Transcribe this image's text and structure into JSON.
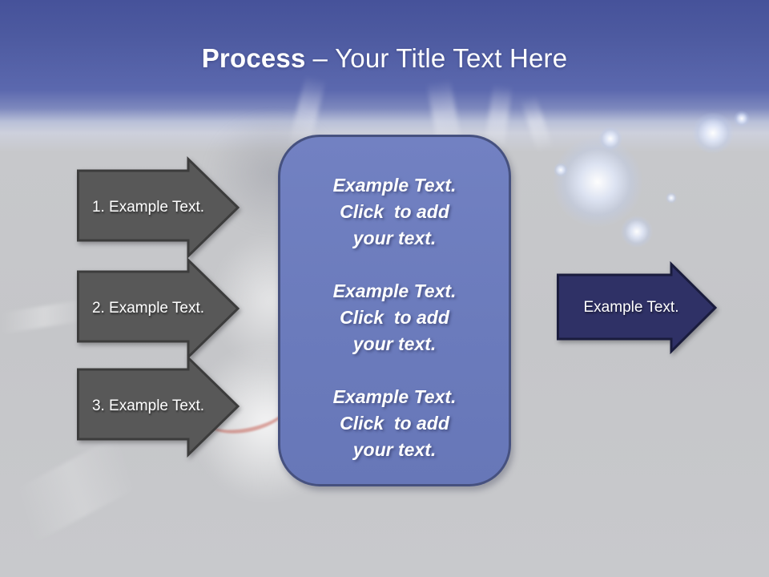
{
  "title": {
    "emphasis": "Process",
    "separator": "–",
    "text": "Your Title Text Here"
  },
  "process_steps": [
    {
      "label": "1. Example Text."
    },
    {
      "label": "2. Example Text."
    },
    {
      "label": "3. Example Text."
    }
  ],
  "detail_panel": {
    "blocks": [
      {
        "line1": "Example Text.",
        "line2": "Click  to add",
        "line3": "your text."
      },
      {
        "line1": "Example Text.",
        "line2": "Click  to add",
        "line3": "your text."
      },
      {
        "line1": "Example Text.",
        "line2": "Click  to add",
        "line3": "your text."
      }
    ]
  },
  "result_arrow": {
    "label": "Example Text."
  },
  "colors": {
    "header_top": "#47549A",
    "header_mid": "#5B68AD",
    "body_background": "#C5C6C9",
    "step_arrow_fill": "#585858",
    "step_arrow_border": "#3C3C3C",
    "panel_fill": "#6C7CBD",
    "panel_border": "#46517F",
    "result_arrow_fill": "#2F3166",
    "result_arrow_border": "#1A1C3D",
    "text": "#FFFFFF"
  }
}
